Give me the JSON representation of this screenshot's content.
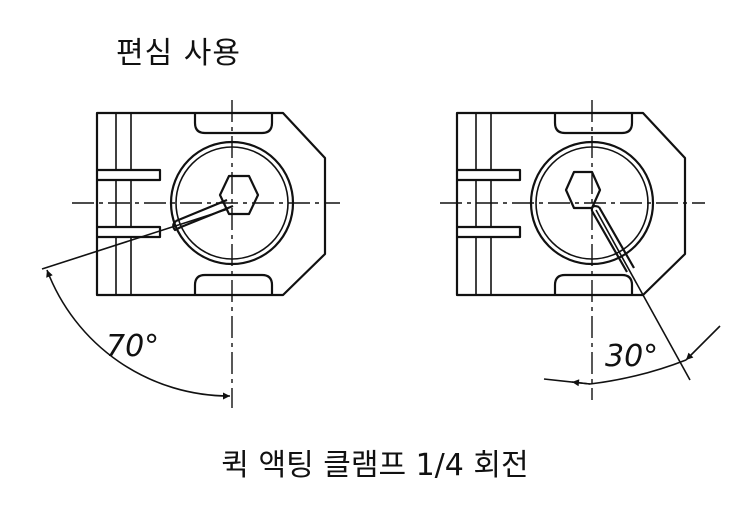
{
  "title": "편심 사용",
  "caption": "퀵 액팅 클램프 1/4 회전",
  "left_angle": "70°",
  "right_angle": "30°",
  "colors": {
    "line": "#111111",
    "background": "#ffffff"
  }
}
